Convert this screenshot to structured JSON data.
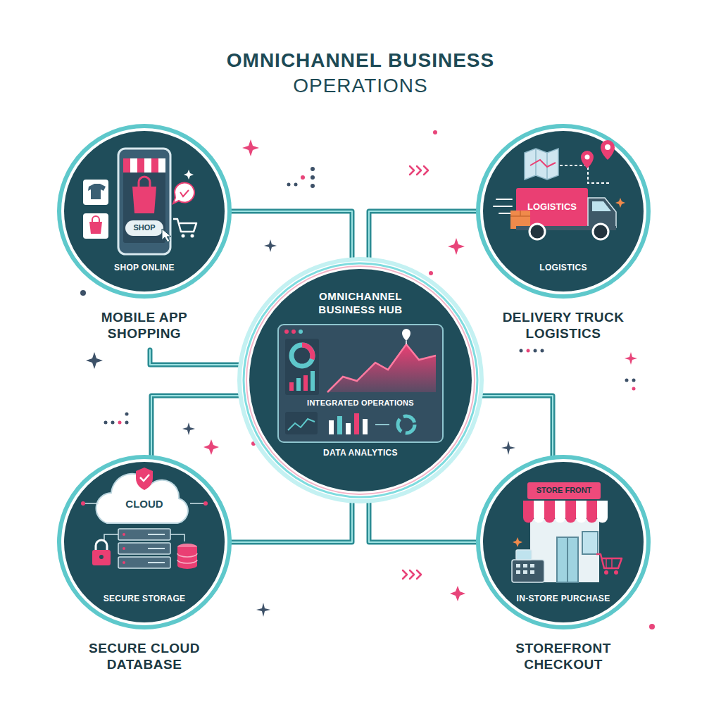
{
  "diagram": {
    "title": "OMNICHANNEL BUSINESS OPERATIONS",
    "nodes": [
      {
        "text": [
          "SHOP ONLINE",
          "MOBILE APP SHOPPING"
        ]
      },
      {
        "text": [
          "LOGISTICS",
          "DELIVERY TRUCK LOGISTICS"
        ]
      },
      {
        "text": [
          "OMNICHANNEL BUSINESS HUB",
          "INTEGRATED OPERATIONS",
          "DATA ANALYTICS"
        ]
      },
      {
        "text": [
          "SECURE STORAGE",
          "SECURE CLOUD DATABASE"
        ]
      },
      {
        "text": [
          "IN-STORE PURCHASE",
          "STOREFRONT CHECKOUT"
        ]
      }
    ],
    "edges": [
      {
        "from": 0,
        "to": 2,
        "arrow": "none"
      },
      {
        "from": 1,
        "to": 2,
        "arrow": "none"
      },
      {
        "from": 3,
        "to": 2,
        "arrow": "none"
      },
      {
        "from": 4,
        "to": 2,
        "arrow": "none"
      }
    ],
    "labels": [
      "SHOP",
      "LOGISTICS",
      "CLOUD",
      "STORE FRONT"
    ]
  }
}
